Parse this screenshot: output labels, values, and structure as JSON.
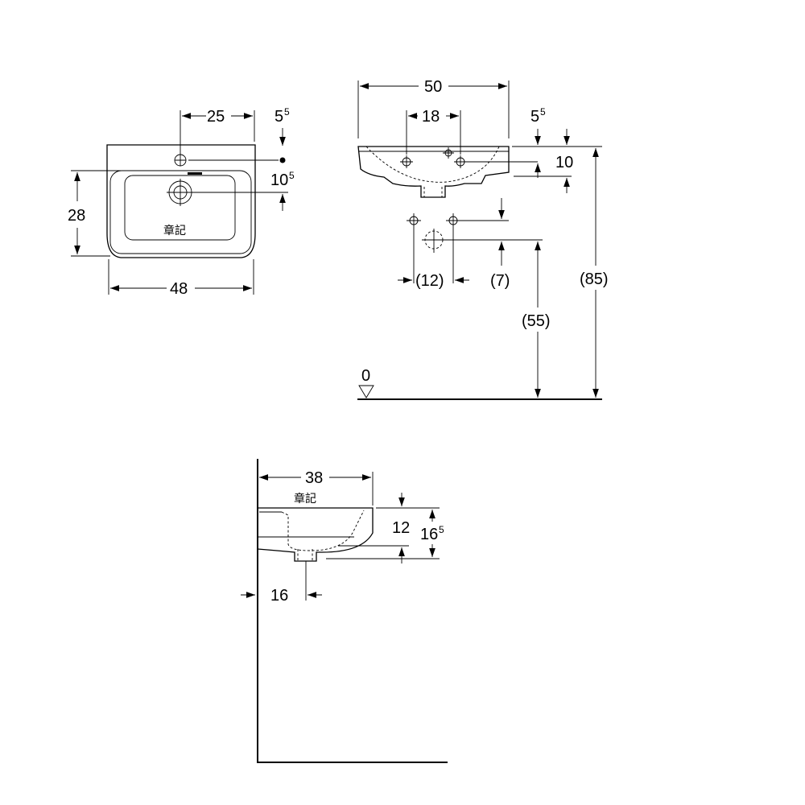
{
  "top_view": {
    "tap_offset": "25",
    "rear_offset_main": "5",
    "rear_offset_sup": "5",
    "depth": "28",
    "tap_hole_offset_main": "10",
    "tap_hole_offset_sup": "5",
    "width": "48",
    "stamp": "章記"
  },
  "front_view": {
    "overall_width": "50",
    "hole_spacing": "18",
    "rim_offset_main": "5",
    "rim_offset_sup": "5",
    "rim_height": "10",
    "supply_spacing": "(12)",
    "supply_height": "(7)",
    "waste_height": "(55)",
    "rim_height_floor": "(85)",
    "floor_level": "0"
  },
  "side_view": {
    "projection": "38",
    "stamp": "章記",
    "bowl_height": "12",
    "total_height_main": "16",
    "total_height_sup": "5",
    "waste_offset": "16"
  }
}
